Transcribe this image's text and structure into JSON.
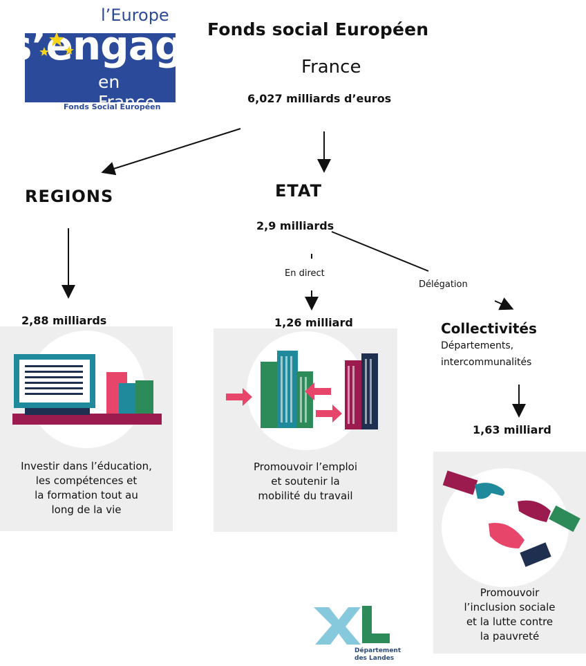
{
  "header": {
    "title": "Fonds social Européen",
    "subtitle": "France",
    "total": "6,027 milliards d’euros"
  },
  "logo": {
    "line1": "l’Europe",
    "line2": "s’engage",
    "line3": "en France",
    "line4": "Fonds Social Européen"
  },
  "branches": {
    "regions": {
      "label": "REGIONS",
      "amount": "2,88 milliards",
      "caption": "Investir dans l’éducation,\nles compétences et\nla formation tout au\nlong de la vie"
    },
    "etat": {
      "label": "ETAT",
      "amount": "2,9 milliards",
      "direct_label": "En direct",
      "direct_amount": "1,26 milliard",
      "caption": "Promouvoir l’emploi\net soutenir la\nmobilité du travail"
    },
    "collectivites": {
      "delegation_label": "Délégation",
      "label": "Collectivités",
      "sublabel_1": "Départements,",
      "sublabel_2": "intercommunalités",
      "amount": "1,63 milliard",
      "caption": "Promouvoir\nl’inclusion sociale\net la lutte contre\nla pauvreté"
    }
  },
  "footer_logo": {
    "text": "Département\ndes Landes"
  },
  "colors": {
    "logo_blue": "#2c4a9a",
    "teal": "#1f8a9c",
    "magenta": "#9b1b4f",
    "pink": "#e8456a",
    "green": "#2d8b5a",
    "navy": "#1e2f4f",
    "card_gray": "#eeeeef"
  }
}
